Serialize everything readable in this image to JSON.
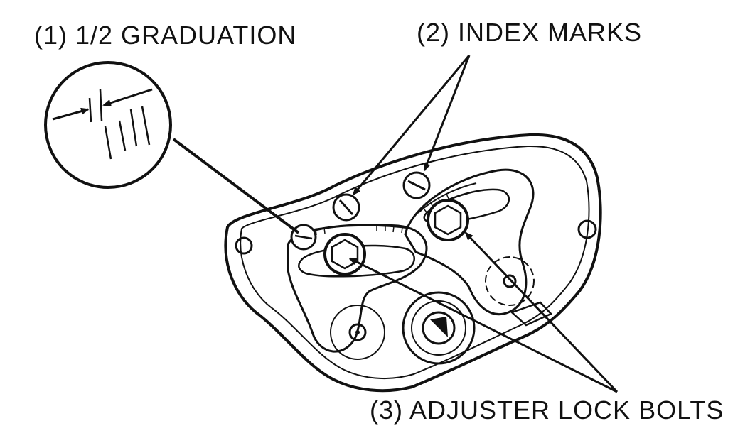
{
  "callouts": {
    "graduation": "(1) 1/2 GRADUATION",
    "index_marks": "(2) INDEX MARKS",
    "lock_bolts": "(3) ADJUSTER LOCK BOLTS"
  },
  "colors": {
    "ink": "#111111",
    "paper": "#ffffff"
  }
}
